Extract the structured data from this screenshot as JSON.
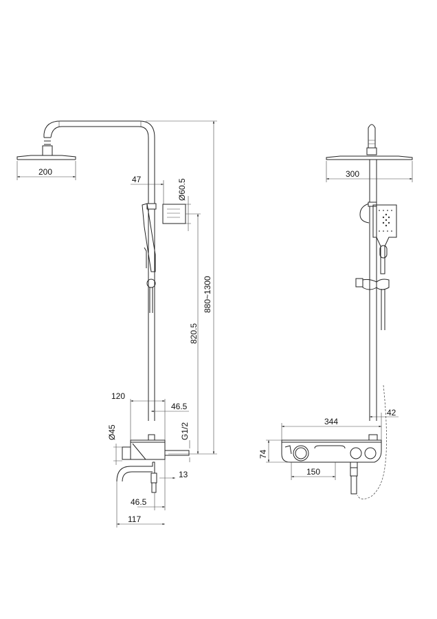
{
  "drawing": {
    "title": "Shower system dimension drawing",
    "front_view": {
      "head_width": "200",
      "arm_offset": "47",
      "bracket_diameter": "Ø60.5",
      "total_height": "880~1300",
      "bracket_height": "820.5",
      "mixer_width": "120",
      "pole_offset": "46.5",
      "nut_diameter": "Ø45",
      "inlet_thread": "G1/2",
      "inlet_offset": "13",
      "spout_offset": "46.5",
      "spout_length": "117"
    },
    "side_view": {
      "head_width": "300",
      "panel_width": "344",
      "pole_offset": "42",
      "panel_height": "74",
      "panel_inner": "150"
    }
  }
}
